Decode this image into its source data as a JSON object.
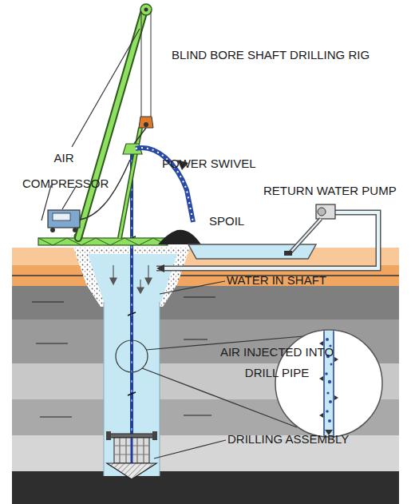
{
  "diagram": {
    "labels": [
      "BLIND BORE SHAFT DRILLING RIG",
      "AIR COMPRESSOR",
      "POWER SWIVEL",
      "RETURN WATER PUMP",
      "SPOIL",
      "WATER IN SHAFT",
      "AIR INJECTED INTO DRILL PIPE",
      "DRILLING ASSEMBLY"
    ]
  }
}
